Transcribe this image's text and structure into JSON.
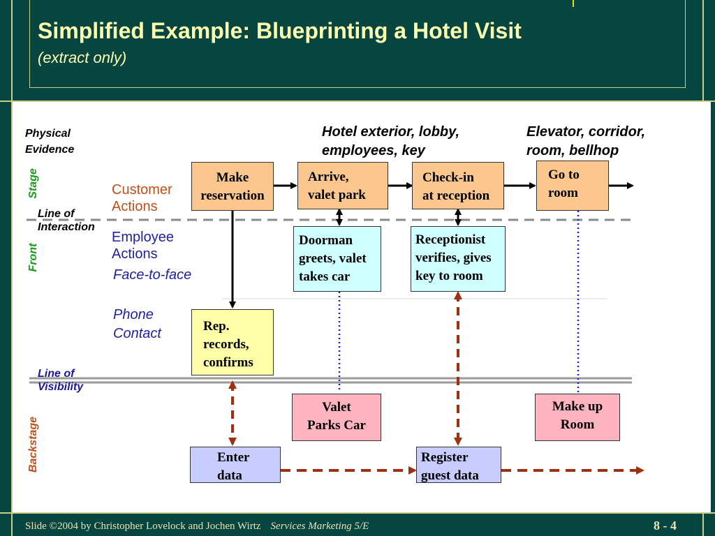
{
  "title": "Simplified Example: Blueprinting a Hotel Visit",
  "subtitle": "(extract only)",
  "physical_evidence": {
    "label": "Physical\nEvidence",
    "evidence_1": "Hotel exterior, lobby,\nemployees, key",
    "evidence_2": "Elevator, corridor,\nroom, bellhop"
  },
  "zones": {
    "stage": "Stage",
    "front": "Front",
    "backstage": "Backstage"
  },
  "lines": {
    "interaction": "Line of\nInteraction",
    "visibility": "Line of\nVisibility"
  },
  "roles": {
    "customer": "Customer\nActions",
    "employee": "Employee\nActions",
    "face_to_face": "Face-to-face",
    "phone": "Phone\nContact"
  },
  "boxes": {
    "make_reservation": "Make\nreservation",
    "arrive": "Arrive,\nvalet park",
    "checkin": "Check-in\nat reception",
    "goto_room": "Go to\nroom",
    "doorman": "Doorman\ngreets, valet\ntakes car",
    "receptionist": "Receptionist\nverifies, gives\nkey to room",
    "rep": "Rep.\nrecords,\nconfirms",
    "valet": "Valet\nParks Car",
    "makeup": "Make up\nRoom",
    "enter": "Enter\ndata",
    "register": "Register\nguest data"
  },
  "colors": {
    "background": "#064540",
    "title_text": "#ffffb0",
    "customer_box": "#fcc78e",
    "employee_box": "#cfffff",
    "phone_box": "#ffffa8",
    "backstage_box": "#ffb4c0",
    "support_box": "#c8ccff",
    "stage_label": "#1a9a1a",
    "customer_label": "#c0501a",
    "employee_label": "#2020a0",
    "support_arrow": "#a03010",
    "visibility_arrow": "#1a1aff"
  },
  "footer": {
    "credit": "Slide ©2004  by Christopher Lovelock and Jochen Wirtz",
    "book": "Services Marketing 5/E",
    "page": "8 -  4"
  }
}
